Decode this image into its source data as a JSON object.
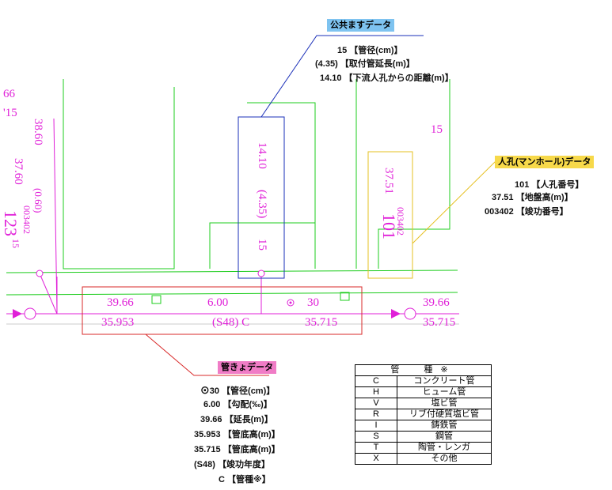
{
  "colors": {
    "magenta": "#e020d8",
    "green": "#1ccc1c",
    "blue": "#1a2fb8",
    "yellow": "#e6c022",
    "red": "#d82828",
    "public_basin_header_bg": "#7ec3f0",
    "manhole_header_bg": "#f7d94a",
    "sewer_pipe_header_bg": "#f07cc6"
  },
  "public_basin": {
    "header": "公共ますデータ",
    "lines": [
      "15 【管径(cm)】",
      "(4.35) 【取付管延長(m)】",
      "14.10 【下流人孔からの距離(m)】"
    ]
  },
  "manhole": {
    "header": "人孔(マンホール)データ",
    "lines": [
      "101 【人孔番号】",
      "37.51 【地盤高(m)】",
      "003402 【竣功番号】"
    ]
  },
  "sewer_pipe": {
    "header": "管きょデータ",
    "diameter_symbol": "⊙",
    "lines": [
      "30 【管径(cm)】",
      "6.00 【勾配(‰)】",
      "39.66 【延長(m)】",
      "35.953 【管底高(m)】",
      "35.715 【管底高(m)】",
      "(S48) 【竣功年度】",
      "C 【管種※】"
    ]
  },
  "legend": {
    "header": "管　種※",
    "rows": [
      {
        "code": "C",
        "name": "コンクリート管"
      },
      {
        "code": "H",
        "name": "ヒューム管"
      },
      {
        "code": "V",
        "name": "塩ビ管"
      },
      {
        "code": "R",
        "name": "リブ付硬質塩ビ管"
      },
      {
        "code": "I",
        "name": "鋳鉄管"
      },
      {
        "code": "S",
        "name": "鋼管"
      },
      {
        "code": "T",
        "name": "陶管・レンガ"
      },
      {
        "code": "X",
        "name": "その他"
      }
    ]
  },
  "map": {
    "edge_top": "66",
    "edge_second": "'15",
    "basin_distance": "14.10",
    "basin_lateral_length": "(4.35)",
    "basin_diameter": "15",
    "manhole_ground_level": "37.51",
    "manhole_number": "101",
    "manhole_completion_no": "003402",
    "left_value_a": "38.60",
    "left_value_b": "37.60",
    "left_value_c": "(0.60)",
    "left_completion_no": "003402",
    "left_pipe_label": "15",
    "left_manhole_number": "123",
    "right_parcel_label": "15",
    "pipe_length": "39.66",
    "pipe_slope": "6.00",
    "pipe_diameter": "30",
    "pipe_invert_up": "35.953",
    "pipe_year_type": "(S48) C",
    "pipe_invert_down": "35.715",
    "right_pipe_length": "39.66",
    "right_invert": "35.715"
  }
}
